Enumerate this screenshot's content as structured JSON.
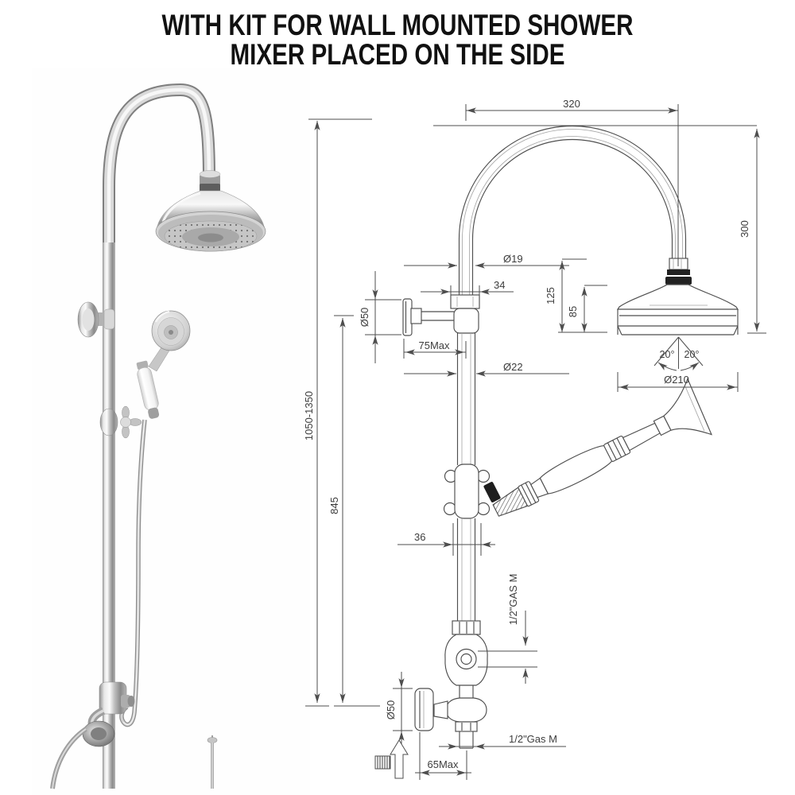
{
  "title": {
    "line1": "WITH KIT FOR WALL MOUNTED SHOWER",
    "line2": "MIXER PLACED ON THE SIDE"
  },
  "drawing": {
    "dims": {
      "arc_width": "320",
      "head_drop": "300",
      "pipe_dia_upper": "Ø19",
      "union_width": "34",
      "head_offset_v": "125",
      "head_height": "85",
      "bracket_dia": "Ø50",
      "bracket_reach": "75Max",
      "pipe_dia_lower": "Ø22",
      "spray_angle_left": "20°",
      "spray_angle_right": "20°",
      "head_dia": "Ø210",
      "column_height": "1050-1350",
      "outlet_height": "845",
      "holder_width": "36",
      "side_connection": "1/2\"GAS M",
      "bottom_connection": "1/2\"Gas M",
      "wall_flange_dia": "Ø50",
      "wall_offset": "65Max"
    }
  },
  "colors": {
    "drawing_line": "#4e4e4e",
    "dim_text": "#3d3d3d",
    "title_text": "#111111",
    "chrome_light": "#f5f5f5",
    "chrome_dark": "#8a8a8a"
  }
}
